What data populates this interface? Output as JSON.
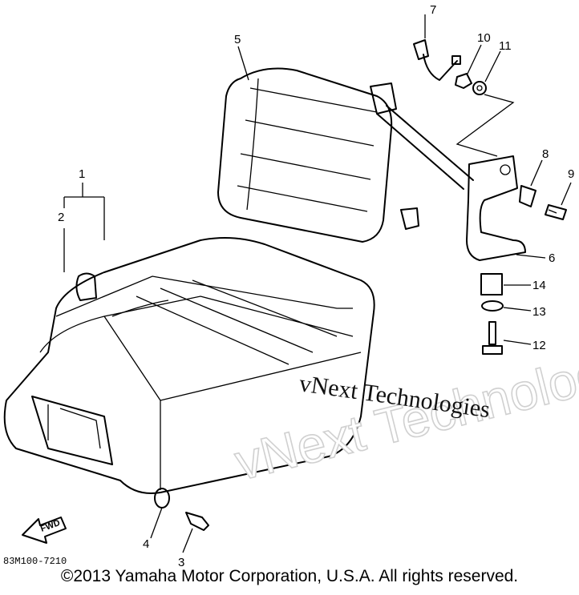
{
  "diagram_code": "83M100-7210",
  "fwd_label": "FWD",
  "watermark": {
    "outline_text": "vNext Technologies",
    "serif_text": "vNext Technologies"
  },
  "copyright": "©2013 Yamaha Motor Corporation, U.S.A. All rights reserved.",
  "callouts": {
    "p1": "1",
    "p2": "2",
    "p3": "3",
    "p4": "4",
    "p5": "5",
    "p6": "6",
    "p7": "7",
    "p8": "8",
    "p9": "9",
    "p10": "10",
    "p11": "11",
    "p12": "12",
    "p13": "13",
    "p14": "14"
  }
}
